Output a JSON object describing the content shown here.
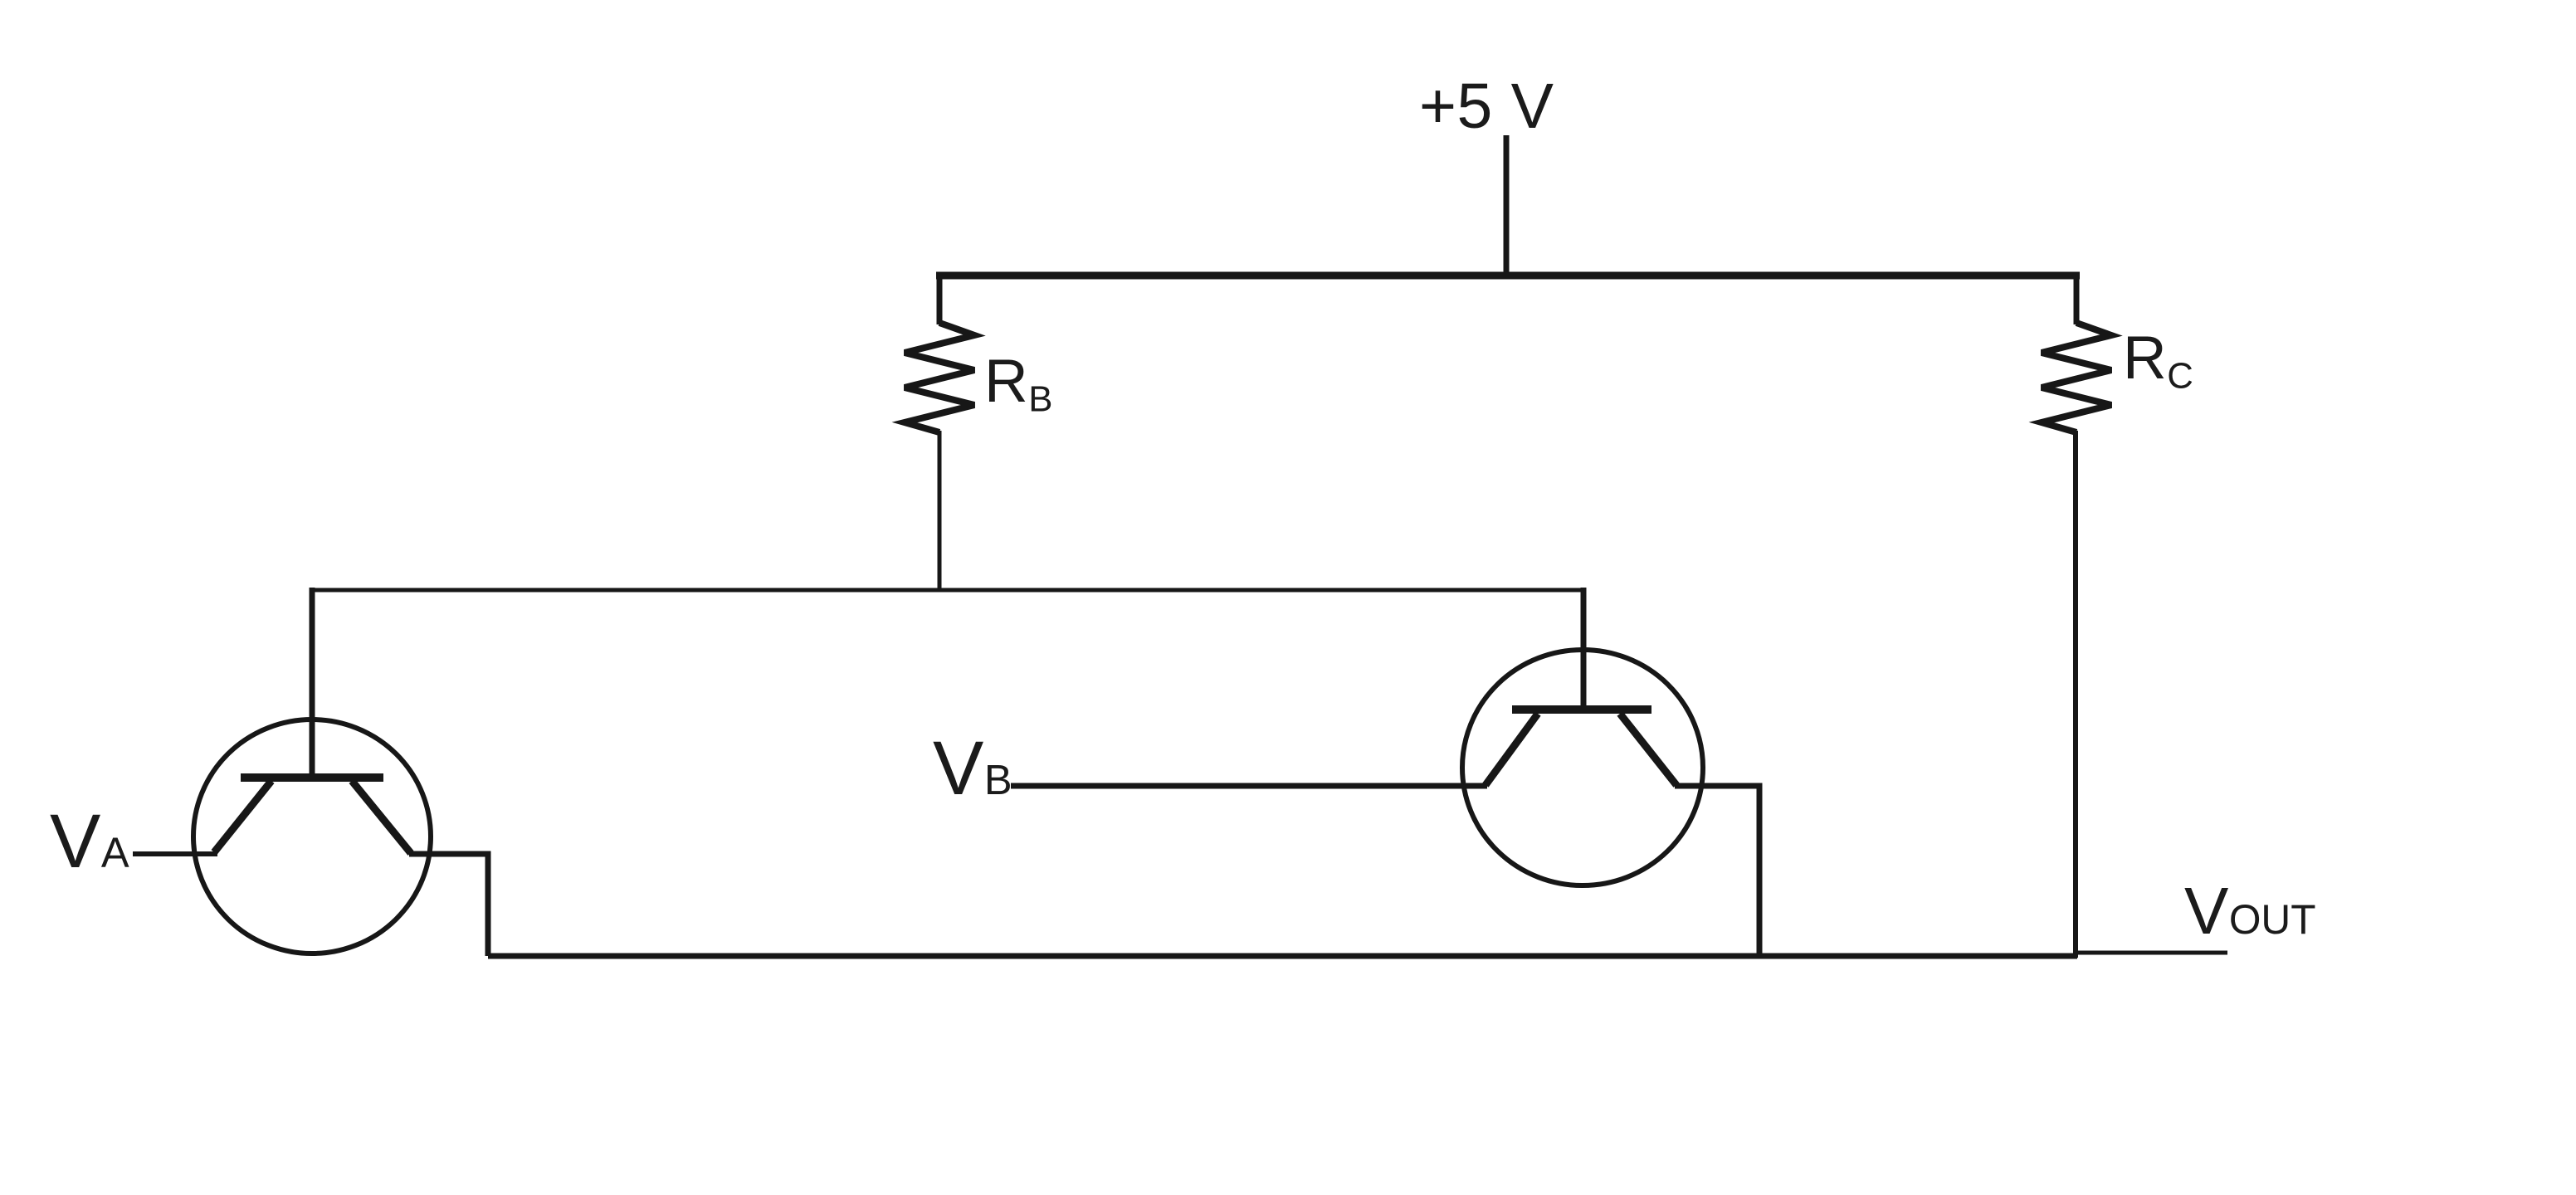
{
  "colors": {
    "ink": "#171717",
    "background": "#ffffff"
  },
  "labels": {
    "supply": "+5 V",
    "rb": {
      "base": "R",
      "sub": "B"
    },
    "rc": {
      "base": "R",
      "sub": "C"
    },
    "va": {
      "base": "V",
      "sub": "A"
    },
    "vb": {
      "base": "V",
      "sub": "B"
    },
    "vout": {
      "base": "V",
      "sub": "OUT"
    }
  }
}
